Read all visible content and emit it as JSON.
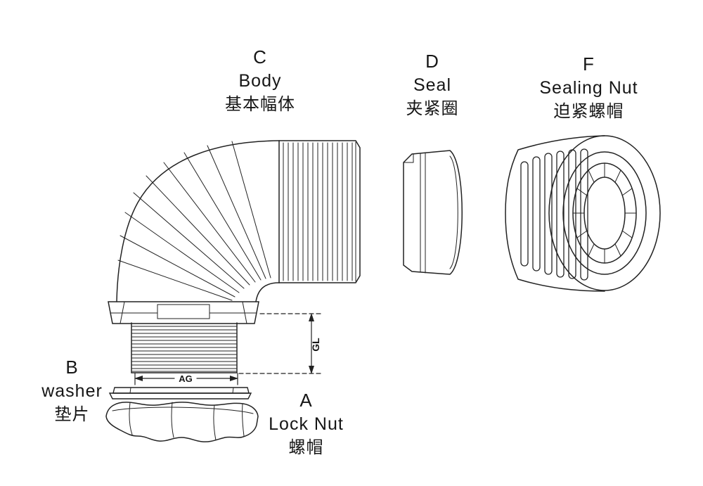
{
  "colors": {
    "ink": "#222222",
    "background": "#ffffff"
  },
  "parts": {
    "body": {
      "letter": "C",
      "name_en": "Body",
      "name_zh": "基本幅体"
    },
    "seal": {
      "letter": "D",
      "name_en": "Seal",
      "name_zh": "夹紧圈"
    },
    "sealing_nut": {
      "letter": "F",
      "name_en": "Sealing Nut",
      "name_zh": "迫紧螺帽"
    },
    "washer": {
      "letter": "B",
      "name_en": "washer",
      "name_zh": "垫片"
    },
    "lock_nut": {
      "letter": "A",
      "name_en": "Lock Nut",
      "name_zh": "螺帽"
    }
  },
  "dimensions": {
    "vertical": "GL",
    "horizontal": "AG"
  }
}
